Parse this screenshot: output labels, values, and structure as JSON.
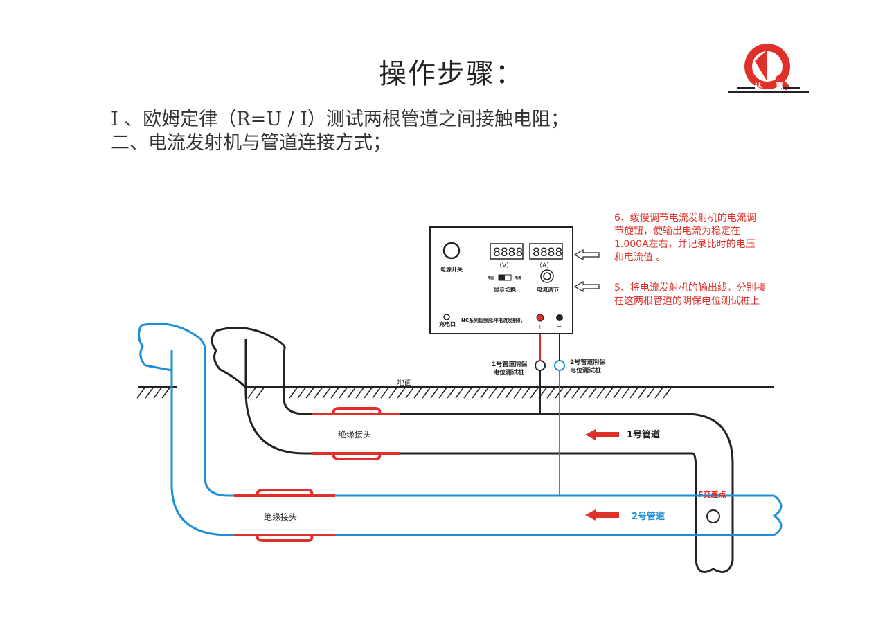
{
  "title": "操作步骤：",
  "steps": [
    "Ⅰ 、欧姆定律（R=U / I）测试两根管道之间接触电阻；",
    "二、电流发射机与管道连接方式；"
  ],
  "logo": {
    "chars": [
      "达",
      "嘉"
    ],
    "letter": "Q"
  },
  "transmitter": {
    "name": "NC系列低频脉冲电流发射机",
    "power_switch": "电源开关",
    "voltage_unit": "（V）",
    "current_unit": "（A）",
    "display_digits": "8888",
    "display_switch": "显示切换",
    "switch_left": "电压",
    "switch_right": "电流",
    "current_adjust": "电流调节",
    "charge_port": "充电口",
    "plus": "+",
    "minus": "−"
  },
  "notes": {
    "step6": [
      "6、缓慢调节电流发射机的电流调",
      "节旋钮，使输出电流为稳定在",
      "1.000A左右，并记录比时的电压",
      "和电流值 。"
    ],
    "step5": [
      "5、将电流发射机的输出线，分别接",
      "在这两根管道的阴保电位测试桩上"
    ]
  },
  "labels": {
    "ground": "地面",
    "post1": [
      "1号管道阴保",
      "电位测试桩"
    ],
    "post2": [
      "2号管道阴保",
      "电位测试桩"
    ],
    "insulating_joint": "绝缘接头",
    "pipe1": "1号管道",
    "pipe2": "2号管道",
    "cross_point": "F交差点"
  },
  "colors": {
    "red": "#e0302a",
    "blue": "#1e8fd6",
    "black": "#222222"
  }
}
